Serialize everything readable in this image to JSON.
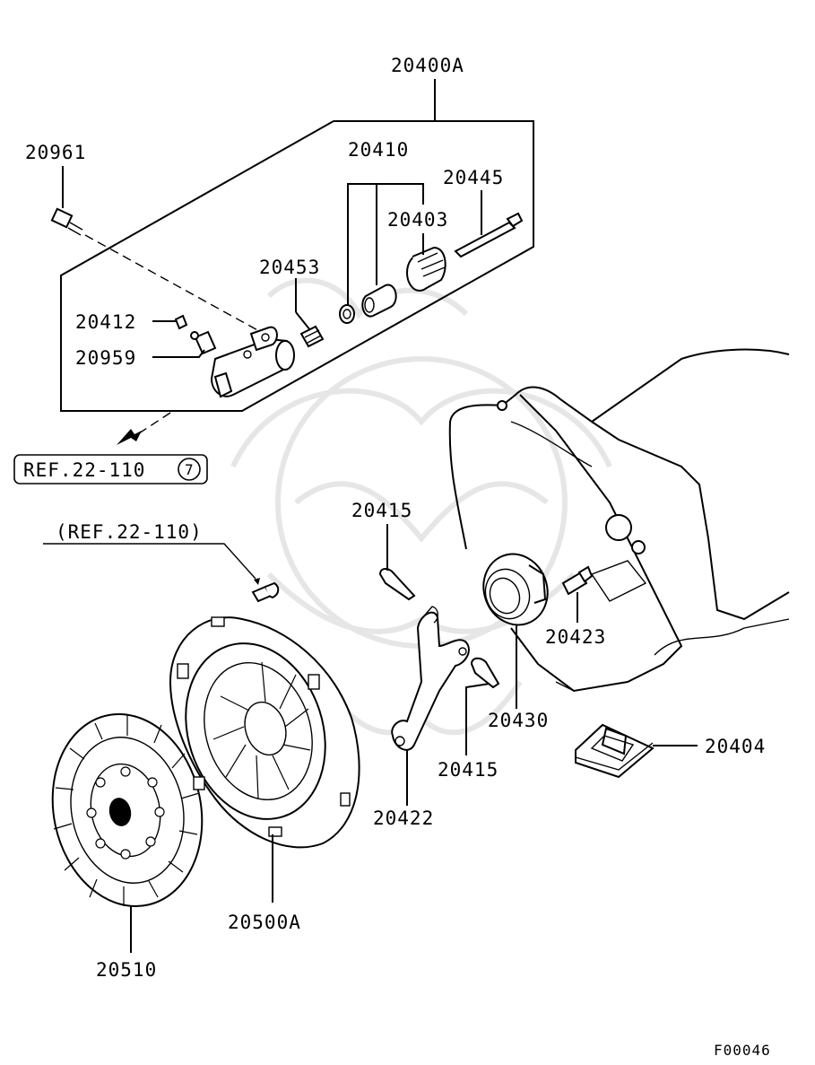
{
  "callouts": {
    "assembly": "20400A",
    "bolt_top": "20961",
    "kit": "20410",
    "rod": "20445",
    "boot_cyl": "20403",
    "spring": "20453",
    "bleeder_cap": "20412",
    "bleeder": "20959",
    "fork_spring_top": "20415",
    "fork_spring_bottom": "20415",
    "stud": "20423",
    "bearing": "20430",
    "fork_boot": "20404",
    "fork": "20422",
    "cover": "20500A",
    "disc": "20510"
  },
  "references": {
    "ref_boxed": "REF.22-110",
    "ref_boxed_circled": "7",
    "ref_paren": "(REF.22-110)"
  },
  "figure_id": "F00046",
  "colors": {
    "line": "#000000",
    "background": "#ffffff",
    "watermark": "#e6e6e6"
  }
}
